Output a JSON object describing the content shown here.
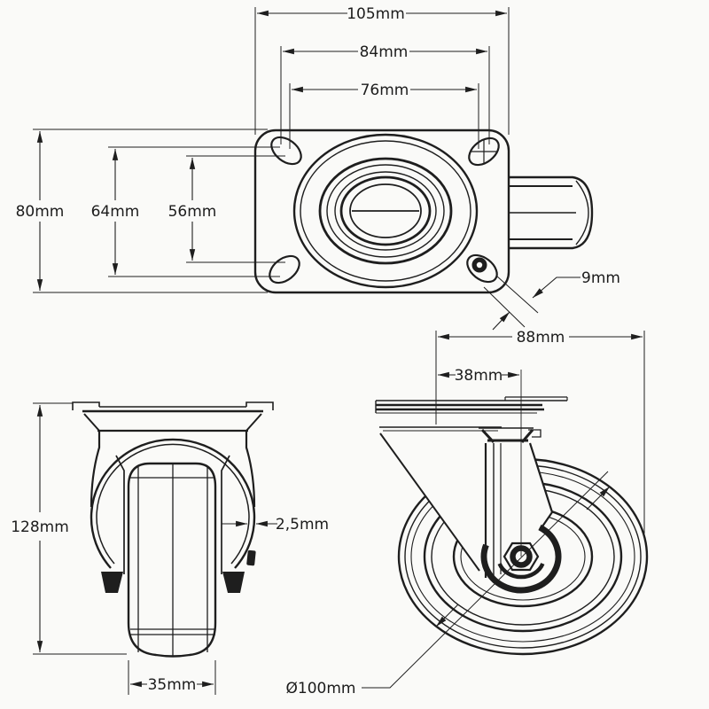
{
  "drawing": {
    "background": "#fafaf8",
    "line_color": "#1e1e1e",
    "views": {
      "top": {
        "dims": {
          "plate_length": "105mm",
          "bolt_span_outer_x": "84mm",
          "bolt_span_inner_x": "76mm",
          "plate_width": "80mm",
          "bolt_span_outer_y": "64mm",
          "bolt_span_inner_y": "56mm",
          "bolt_hole_width": "9mm"
        }
      },
      "front": {
        "dims": {
          "overall_height": "128mm",
          "fork_thickness": "2,5mm",
          "wheel_width": "35mm"
        }
      },
      "side": {
        "dims": {
          "overall_length": "88mm",
          "swivel_offset": "38mm",
          "wheel_diameter": "Ø100mm"
        }
      }
    }
  }
}
